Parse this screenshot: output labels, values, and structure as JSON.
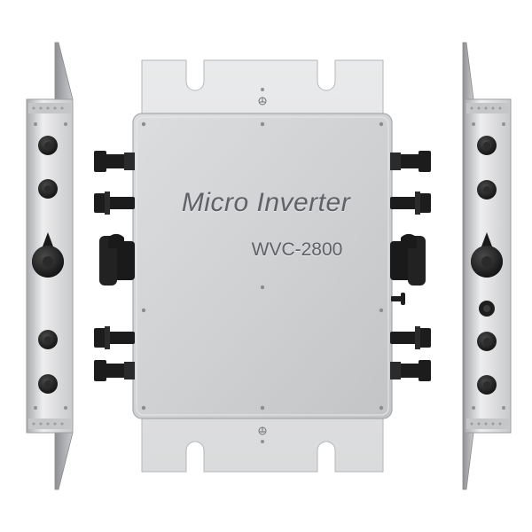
{
  "product": {
    "title": "Micro Inverter",
    "model": "WVC-2800"
  },
  "colors": {
    "housing": "#d2d4d6",
    "plate": "#e4e5e6",
    "connector": "#1c1c1c",
    "text": "#5f6166"
  },
  "views": [
    "left-side-view",
    "front-view",
    "right-side-view"
  ],
  "icons": [
    "ground-symbol-icon",
    "mc4-connector-icon",
    "ac-connector-icon",
    "antenna-icon",
    "screw-icon"
  ]
}
